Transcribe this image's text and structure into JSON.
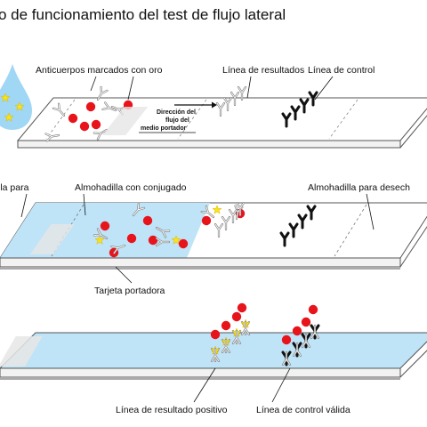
{
  "title": "o de funcionamiento del test de flujo lateral",
  "panels": {
    "top": {
      "label_antibodies": "Anticuerpos marcados con oro",
      "label_result_line": "Línea de resultados",
      "label_control_line": "Línea de control",
      "flow_direction": [
        "Dirección del",
        "flujo del",
        "medio portador"
      ]
    },
    "middle": {
      "label_sample_pad": "lla para",
      "label_conjugate_pad": "Almohadilla con conjugado",
      "label_waste_pad": "Almohadilla para desech",
      "label_carrier_card": "Tarjeta portadora"
    },
    "bottom": {
      "label_positive_result": "Línea de resultado positivo",
      "label_valid_control": "Línea de control válida"
    }
  },
  "colors": {
    "gold_particle": "#e8141c",
    "antigen": "#f7e21b",
    "liquid": "#bfe3f7",
    "sample_drop": "#8fd0f2",
    "capture_antibody": "#111111",
    "control_antibody": "#111111"
  }
}
